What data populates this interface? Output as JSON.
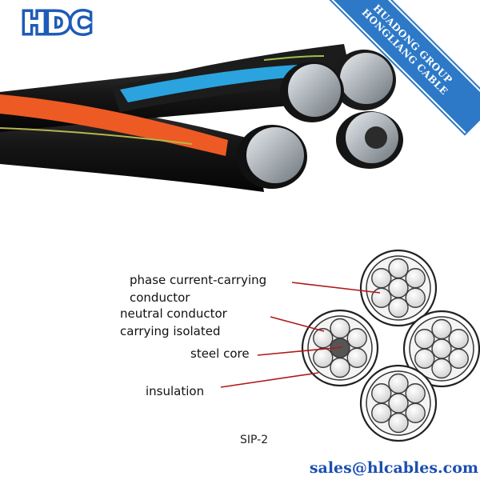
{
  "brand": {
    "logo_text": "HDC",
    "ribbon_line1": "HUADONG GROUP",
    "ribbon_line2": "HONGLIANG CABLE",
    "color_primary": "#1e5bb8",
    "color_ribbon": "#2d79c7"
  },
  "diagram": {
    "labels": {
      "phase_line1": "phase current-carrying",
      "phase_line2": "conductor",
      "neutral_line1": "neutral conductor",
      "neutral_line2": "carrying isolated",
      "steel_core": "steel core",
      "insulation": "insulation"
    },
    "caption": "SIP-2",
    "leader_color": "#b01818"
  },
  "contact": {
    "email": "sales@hlcables.com"
  }
}
